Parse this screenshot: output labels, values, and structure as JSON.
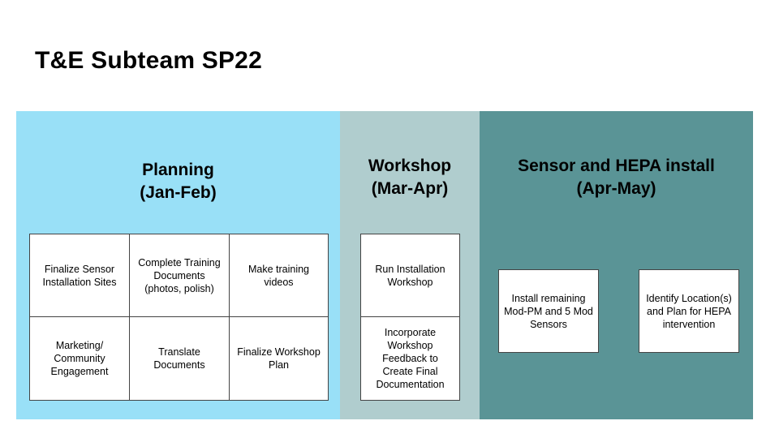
{
  "slide_title": "T&E Subteam SP22",
  "phases": [
    {
      "heading": "Planning\n(Jan-Feb)",
      "tasks": [
        "Finalize Sensor Installation Sites",
        "Complete Training Documents (photos, polish)",
        "Make training videos",
        "Marketing/ Community Engagement",
        "Translate Documents",
        "Finalize Workshop Plan"
      ]
    },
    {
      "heading": "Workshop\n(Mar-Apr)",
      "tasks": [
        "Run Installation Workshop",
        "Incorporate Workshop Feedback to Create Final Documentation"
      ]
    },
    {
      "heading": "Sensor and HEPA install\n(Apr-May)",
      "tasks": [
        "Install remaining Mod-PM and 5 Mod Sensors",
        "Identify Location(s) and Plan for HEPA intervention"
      ]
    }
  ],
  "colors": {
    "planning_bg": "#99e0f7",
    "workshop_bg": "#b0cdce",
    "install_bg": "#5a9496",
    "box_border": "#444444"
  }
}
